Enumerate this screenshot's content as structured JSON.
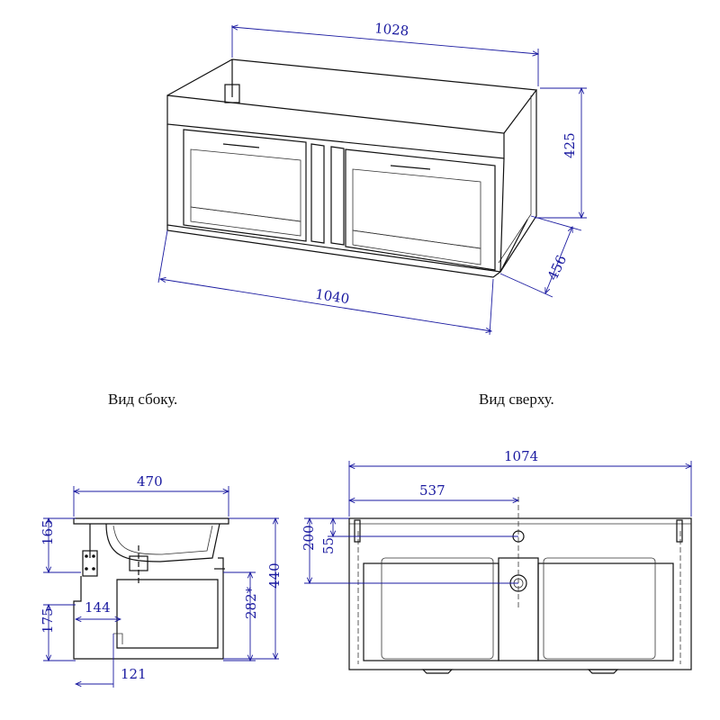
{
  "labels": {
    "side_view": "Вид сбоку.",
    "top_view": "Вид сверху."
  },
  "dimensions": {
    "top_width": "1028",
    "height": "425",
    "depth": "456",
    "bottom_width": "1040",
    "side_depth": "470",
    "side_165": "165",
    "side_175": "175",
    "side_144": "144",
    "side_121": "121",
    "side_282": "282*",
    "side_440": "440",
    "top_1074": "1074",
    "top_537": "537",
    "top_200": "200",
    "top_55": "55"
  },
  "colors": {
    "dimension": "#1a1aa0",
    "line": "#111111"
  }
}
